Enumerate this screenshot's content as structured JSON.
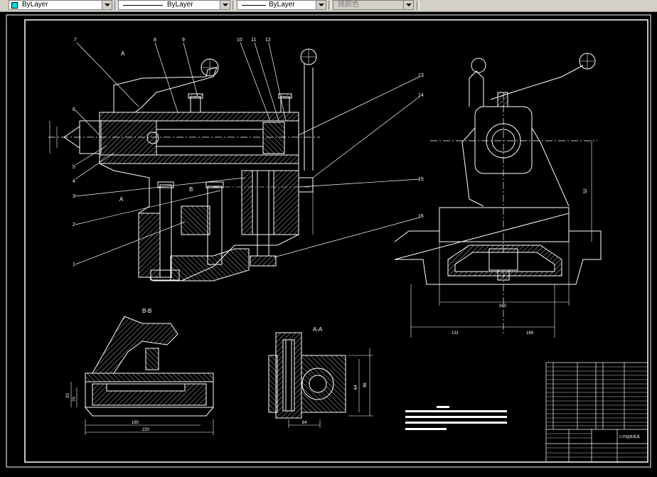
{
  "toolbar": {
    "color_control": {
      "value": "ByLayer",
      "swatch_color": "#00e0e0"
    },
    "linetype_control": {
      "value": "ByLayer"
    },
    "lineweight_control": {
      "value": "ByLayer"
    },
    "plotstyle_control": {
      "value": "随颜色"
    }
  },
  "drawing": {
    "balloons": [
      "7",
      "8",
      "9",
      "10",
      "11",
      "12",
      "13",
      "14",
      "15",
      "16",
      "6",
      "5",
      "4",
      "3",
      "2",
      "1"
    ],
    "section_labels": {
      "a_top": "A",
      "a_left": "A",
      "b": "B",
      "bb": "B-B",
      "aa": "A-A"
    },
    "dimensions": {
      "side_height": "52",
      "side_bottom_left": "131",
      "side_bottom_right": "169",
      "side_width": "340",
      "bb_width_inner": "180",
      "bb_width_outer": "220",
      "bb_height_a": "20",
      "bb_height_b": "70",
      "aa_height_a": "86",
      "aa_height_b": "64",
      "aa_width": "64"
    },
    "title_block": {
      "company": "三爪钻床夹具",
      "drawing_no": ""
    }
  },
  "colors": {
    "background": "#000000",
    "lines": "#ffffff",
    "hatch": "#ffffff",
    "toolbar": "#d4d0c8"
  }
}
